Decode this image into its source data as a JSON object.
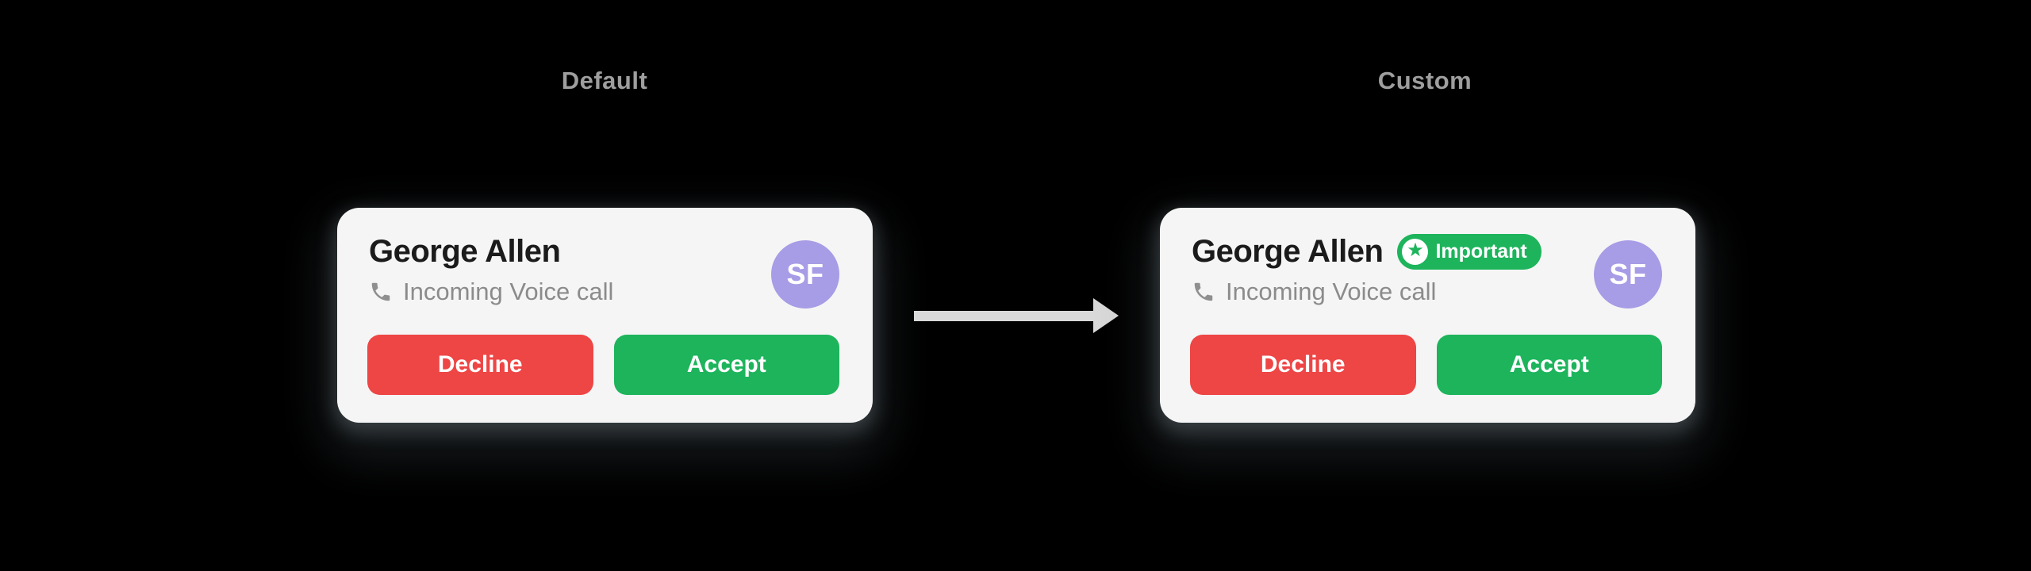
{
  "page": {
    "background_color": "#000000"
  },
  "comparison": {
    "left_label": "Default",
    "right_label": "Custom"
  },
  "cards": {
    "default": {
      "caller_name": "George Allen",
      "subtitle": "Incoming Voice call",
      "avatar_initials": "SF",
      "decline_label": "Decline",
      "accept_label": "Accept"
    },
    "custom": {
      "caller_name": "George Allen",
      "badge_label": "Important",
      "star_glyph": "★",
      "subtitle": "Incoming Voice call",
      "avatar_initials": "SF",
      "decline_label": "Decline",
      "accept_label": "Accept"
    }
  },
  "colors": {
    "card_background": "#f5f5f5",
    "title_text": "#1b1b1b",
    "subtitle_text": "#8b8b8b",
    "decline_red": "#ee4545",
    "accept_green": "#1db45c",
    "badge_green": "#1db45c",
    "avatar_purple": "#a79ce6",
    "arrow_gray": "#d9d9d9",
    "label_gray": "#9e9e9e"
  }
}
